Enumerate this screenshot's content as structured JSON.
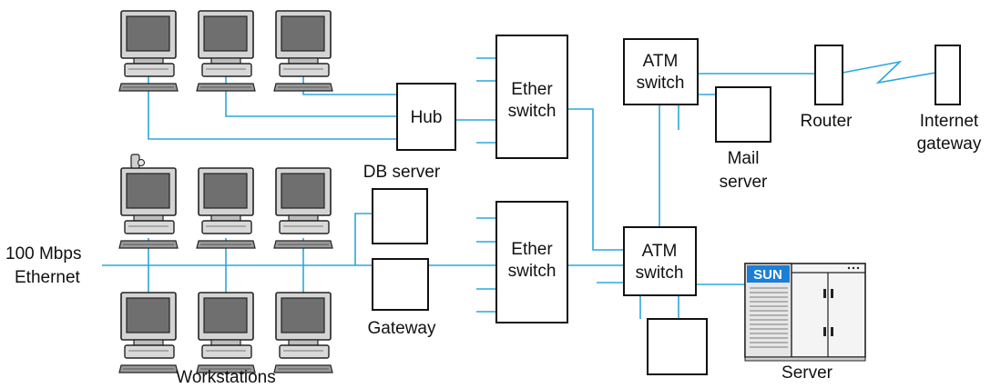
{
  "labels": {
    "hub": "Hub",
    "ether_switch_top": [
      "Ether",
      "switch"
    ],
    "ether_switch_bottom": [
      "Ether",
      "switch"
    ],
    "atm_switch_top": [
      "ATM",
      "switch"
    ],
    "atm_switch_bottom": [
      "ATM",
      "switch"
    ],
    "router": "Router",
    "internet_gateway": [
      "Internet",
      "gateway"
    ],
    "mail_server": [
      "Mail",
      "server"
    ],
    "db_server": "DB server",
    "gateway": "Gateway",
    "ethernet": [
      "100 Mbps",
      "Ethernet"
    ],
    "workstations": "Workstations",
    "server": "Server",
    "server_brand": "SUN"
  },
  "icons": {
    "workstation": "workstation-computer-icon",
    "server": "sun-server-cabinet-icon",
    "link": "wan-lightning-link-icon"
  },
  "colors": {
    "wire": "#2aa7de",
    "box_stroke": "#111111",
    "monitor_frame": "#cfcfcf",
    "monitor_screen": "#6f6f6f",
    "sun_logo": "#1b7fd6"
  }
}
